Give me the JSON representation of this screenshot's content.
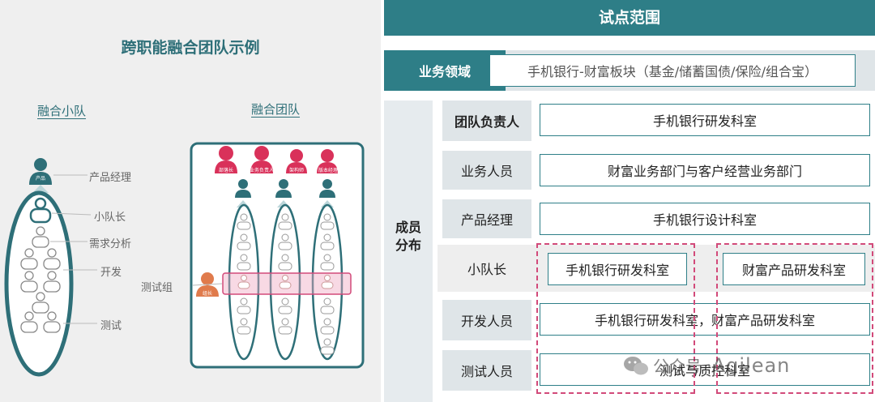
{
  "left": {
    "title": "跨职能融合团队示例",
    "small_team_title": "融合小队",
    "fusion_team_title": "融合团队",
    "head_label": "产品",
    "role_labels": [
      "产品经理",
      "小队长",
      "需求分析",
      "开发",
      "测试"
    ],
    "test_group_label": "测试组",
    "group_leader_label": "组长",
    "manager_labels": [
      "部落长",
      "业务负责人",
      "架构师",
      "版本经理"
    ]
  },
  "right": {
    "banner_title": "试点范围",
    "business_label": "业务领域",
    "business_value": "手机银行-财富板块（基金/储蓄国债/保险/组合宝）",
    "members_label": "成员\n分布",
    "rows": [
      {
        "label": "团队负责人",
        "value": "手机银行研发科室"
      },
      {
        "label": "业务人员",
        "value": "财富业务部门与客户经营业务部门"
      },
      {
        "label": "产品经理",
        "value": "手机银行设计科室"
      },
      {
        "label": "小队长",
        "values": [
          "手机银行研发科室",
          "财富产品研发科室"
        ]
      },
      {
        "label": "开发人员",
        "value": "手机银行研发科室，财富产品研发科室"
      },
      {
        "label": "测试人员",
        "value": "测试与质控科室"
      }
    ]
  },
  "watermark": {
    "prefix": "公众号 · ",
    "brand": "Agilean"
  },
  "colors": {
    "teal": "#2e7e87",
    "pink": "#d24a7a",
    "red_head": "#d9315a",
    "orange_head": "#e07b4c"
  }
}
